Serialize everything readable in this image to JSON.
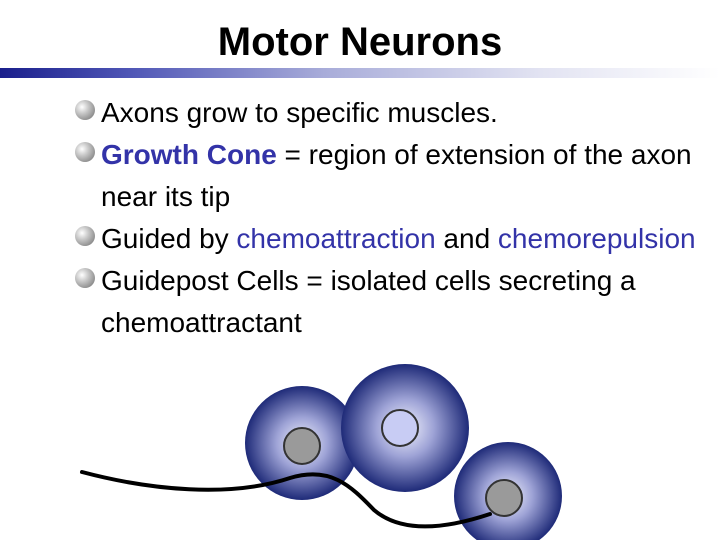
{
  "slide": {
    "title": "Motor Neurons",
    "bullets": [
      {
        "parts": [
          "Axons grow to specific muscles."
        ]
      },
      {
        "parts": [
          "Growth Cone",
          " = region of extension of the axon near its tip"
        ]
      },
      {
        "parts": [
          "Guided by ",
          "chemoattraction",
          " and ",
          "chemorepulsion"
        ]
      },
      {
        "parts": [
          "Guidepost Cells = isolated cells secreting a chemoattractant"
        ]
      }
    ]
  },
  "colors": {
    "highlight": "#3333a8",
    "title_bar": "#1a1f8c",
    "cell_dark": "#1e2a78",
    "nucleus": "#9a9a9a",
    "nucleus_active": "#c8ccf4"
  }
}
